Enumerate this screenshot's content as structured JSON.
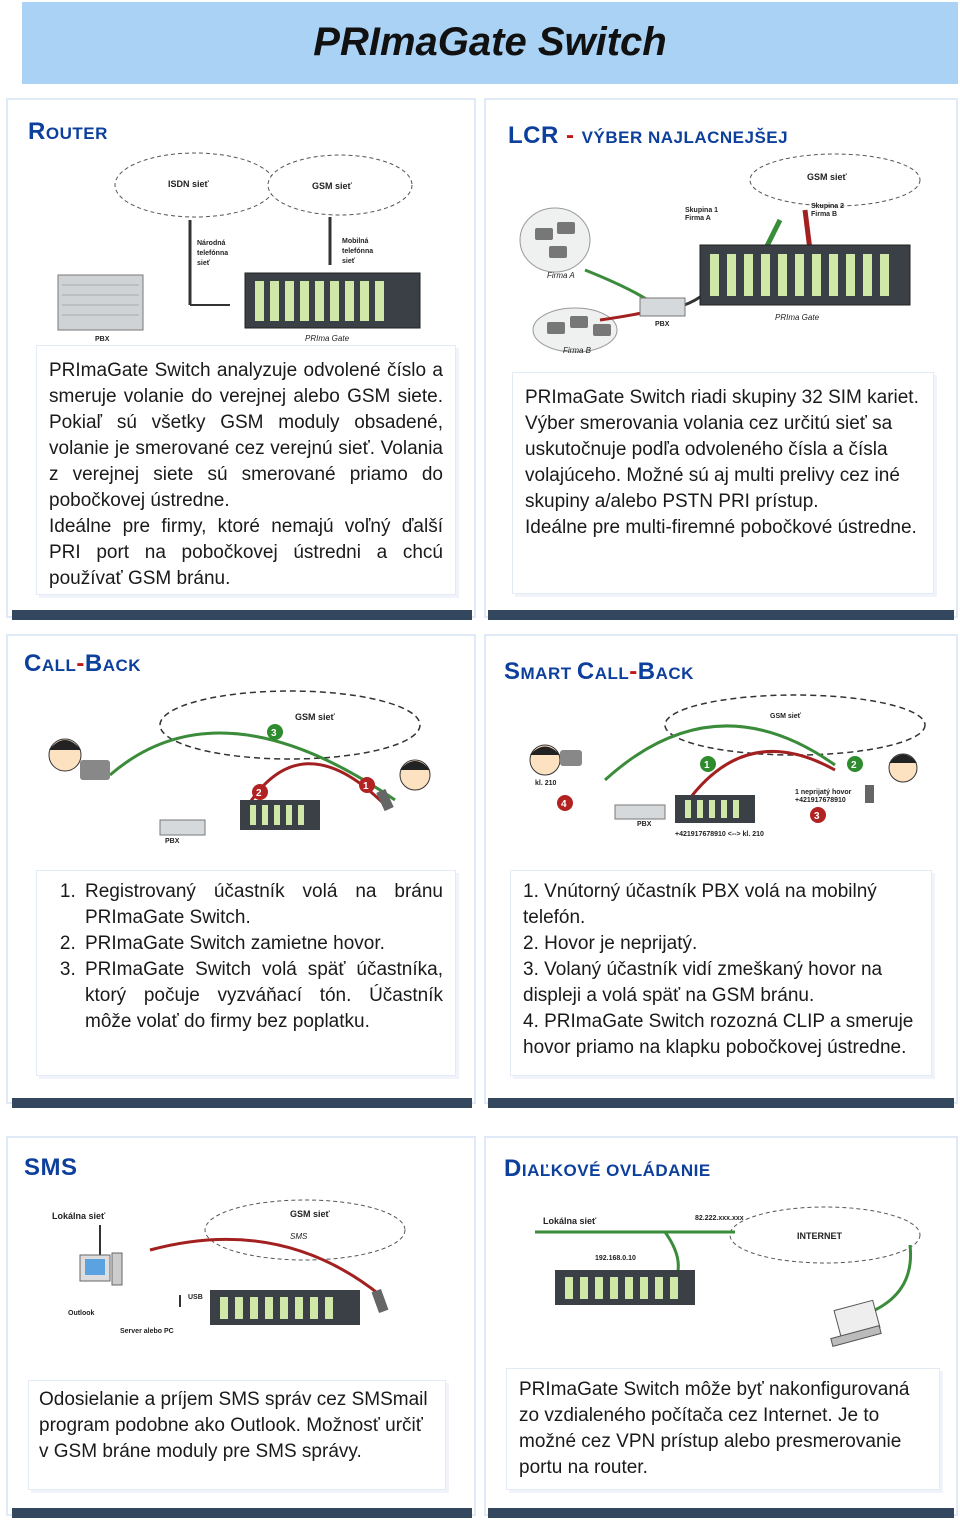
{
  "title": "PRImaGate Switch",
  "router": {
    "heading_cap": "R",
    "heading_rest": "OUTER",
    "diagram": {
      "isdn": "ISDN sieť",
      "gsm": "GSM sieť",
      "national_1": "Národná",
      "national_2": "telefónna",
      "national_3": "sieť",
      "mobile_1": "Mobilná",
      "mobile_2": "telefónna",
      "mobile_3": "sieť",
      "pbx": "PBX",
      "gate": "PRIma Gate"
    },
    "text_1": "PRImaGate Switch analyzuje odvolené číslo a smeruje volanie do verejnej alebo GSM siete. Pokiaľ sú všetky GSM moduly obsadené, volanie je smerované cez verejnú sieť. Volania z verejnej siete sú smerované priamo do pobočkovej ústredne.",
    "text_2": "Ideálne pre firmy, ktoré nemajú voľný ďalší PRI port na pobočkovej ústredni a chcú používať GSM bránu."
  },
  "lcr": {
    "heading_1": "LCR",
    "heading_dash": " - ",
    "heading_2": "VÝBER NAJLACNEJŠEJ",
    "diagram": {
      "gsm": "GSM sieť",
      "group1_1": "Skupina 1",
      "group1_2": "Firma A",
      "group2_1": "Skupina 2",
      "group2_2": "Firma B",
      "firma_a": "Firma A",
      "firma_b": "Firma B",
      "pbx": "PBX",
      "gate": "PRIma Gate"
    },
    "text_1": "PRImaGate Switch riadi skupiny 32 SIM kariet. Výber smerovania volania cez určitú sieť sa uskutočnuje podľa odvoleného čísla a čísla volajúceho. Možné sú aj multi prelivy cez iné skupiny a/alebo PSTN PRI prístup.",
    "text_2": "Ideálne pre multi-firemné pobočkové ústredne."
  },
  "callback": {
    "heading_c1": "C",
    "heading_r1": "ALL",
    "heading_dash": "-",
    "heading_c2": "B",
    "heading_r2": "ACK",
    "diagram": {
      "gsm": "GSM sieť",
      "pbx": "PBX",
      "n1": "1",
      "n2": "2",
      "n3": "3"
    },
    "items": [
      "Registrovaný účastník volá na bránu PRImaGate Switch.",
      "PRImaGate Switch zamietne hovor.",
      "PRImaGate Switch volá späť účastníka, ktorý počuje vyzváňací tón. Účastník môže volať do firmy bez poplatku."
    ]
  },
  "smart": {
    "heading_c1": "S",
    "heading_r1": "MART ",
    "heading_c2": "C",
    "heading_r2": "ALL",
    "heading_dash": "-",
    "heading_c3": "B",
    "heading_r3": "ACK",
    "diagram": {
      "gsm": "GSM sieť",
      "kl": "kl. 210",
      "pbx": "PBX",
      "missed_1": "1 neprijatý hovor",
      "missed_2": "+421917678910",
      "route": "+421917678910 <--> kl. 210",
      "n1": "1",
      "n2": "2",
      "n3": "3",
      "n4": "4"
    },
    "items": [
      "1. Vnútorný účastník PBX volá na mobilný telefón.",
      "2. Hovor je neprijatý.",
      "3. Volaný účastník vidí zmeškaný hovor na displeji a volá späť na GSM bránu.",
      "4. PRImaGate Switch rozozná CLIP a smeruje hovor priamo na klapku pobočkovej ústredne."
    ]
  },
  "sms": {
    "heading": "SMS",
    "diagram": {
      "lan": "Lokálna sieť",
      "gsm": "GSM sieť",
      "sms": "SMS",
      "usb": "USB",
      "outlook": "Outlook",
      "server": "Server alebo PC"
    },
    "text": "Odosielanie a príjem SMS správ cez SMSmail program podobne ako Outlook. Možnosť určiť v GSM bráne moduly pre SMS správy."
  },
  "remote": {
    "heading_c1": "D",
    "heading_r1": "IAĽKOVÉ OVLÁDANIE",
    "diagram": {
      "lan": "Lokálna sieť",
      "internet": "INTERNET",
      "ip_public": "82.222.xxx.xxx",
      "ip_local": "192.168.0.10"
    },
    "text": "PRImaGate Switch môže byť nakonfigurovaná zo vzdialeného počítača cez Internet. Je to možné cez VPN prístup alebo presmerovanie portu na router."
  },
  "colors": {
    "banner": "#a9d2f5",
    "heading": "#0d3f9c",
    "accent_red": "#c01616",
    "shadow": "#33485f"
  }
}
